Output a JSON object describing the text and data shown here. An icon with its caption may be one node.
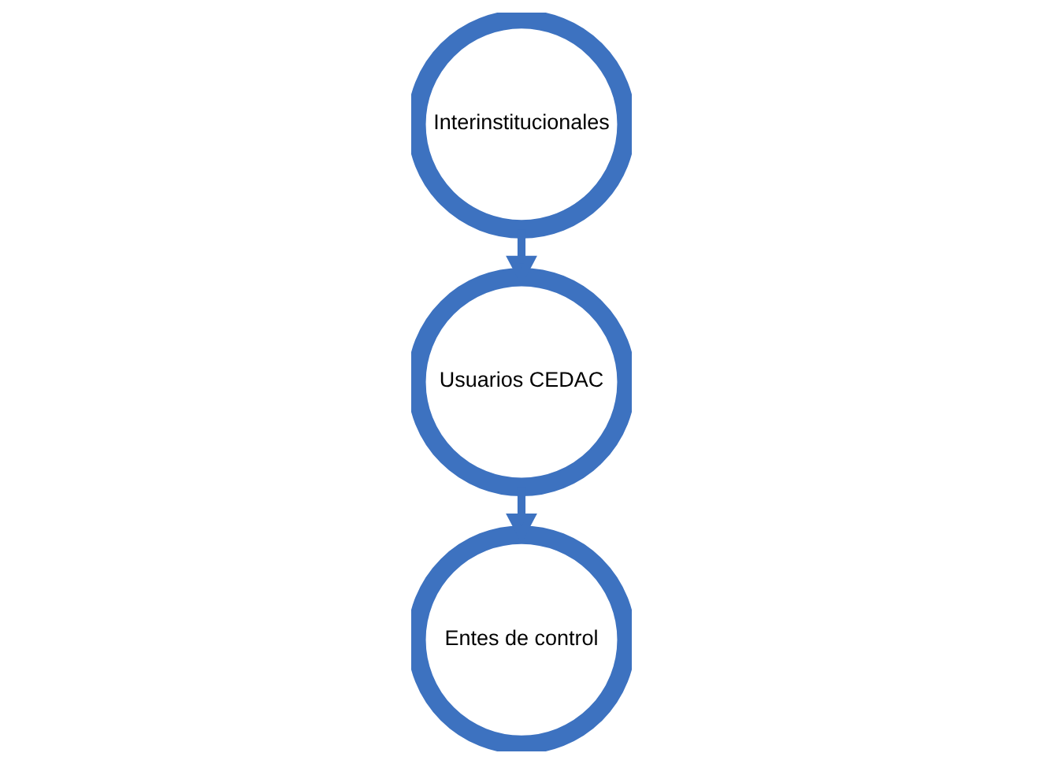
{
  "diagram": {
    "nodes": [
      {
        "text": [
          "Interinstitucionales"
        ]
      },
      {
        "text": [
          "Usuarios CEDAC"
        ]
      },
      {
        "text": [
          "Entes de control"
        ]
      }
    ],
    "edges": [
      {
        "from": 0,
        "to": 1,
        "arrow": "to"
      },
      {
        "from": 1,
        "to": 2,
        "arrow": "to"
      }
    ]
  }
}
